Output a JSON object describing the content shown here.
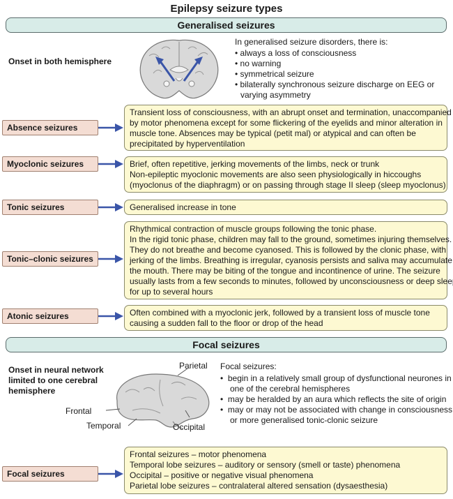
{
  "title": "Epilepsy seizure types",
  "generalised": {
    "header": "Generalised seizures",
    "onset": "Onset in both hemisphere",
    "intro": "In generalised seizure disorders, there is:",
    "bullets": [
      "always a loss of consciousness",
      "no warning",
      "symmetrical seizure",
      "bilaterally synchronous seizure discharge on EEG or",
      "varying asymmetry"
    ],
    "seizures": [
      {
        "label": "Absence seizures",
        "lines": [
          "Transient loss of consciousness, with an abrupt onset and termination, unaccompanied",
          "by motor phenomena except for some flickering of the eyelids and minor alteration in",
          "muscle tone.  Absences may be typical (petit mal) or atypical and can often be",
          "precipitated by hyperventilation"
        ]
      },
      {
        "label": "Myoclonic seizures",
        "lines": [
          "Brief, often repetitive, jerking movements of the limbs, neck or trunk",
          "Non-epileptic myoclonic movements are also seen physiologically in hiccoughs",
          "(myoclonus of the diaphragm) or on passing through stage II sleep (sleep myoclonus)"
        ]
      },
      {
        "label": "Tonic seizures",
        "lines": [
          "Generalised increase in tone"
        ]
      },
      {
        "label": "Tonic–clonic seizures",
        "lines": [
          "Rhythmical contraction of muscle groups following the tonic phase.",
          "In the rigid tonic phase, children may fall to the ground, sometimes injuring  themselves.",
          "They do not breathe and become cyanosed. This is followed by the clonic phase, with",
          "jerking of the limbs. Breathing is irregular, cyanosis persists and saliva may accumulate in",
          "the mouth. There may be biting of the tongue and incontinence of urine. The seizure",
          "usually lasts from a few seconds to minutes, followed by unconsciousness or deep sleep",
          "for up to  several hours"
        ]
      },
      {
        "label": "Atonic seizures",
        "lines": [
          "Often combined with a myoclonic jerk, followed by a transient loss of muscle tone",
          "causing a sudden fall to the floor or drop of the head"
        ]
      }
    ]
  },
  "focal": {
    "header": "Focal seizures",
    "onset": [
      "Onset in neural network",
      "limited to one cerebral",
      "hemisphere"
    ],
    "brain_labels": {
      "parietal": "Parietal",
      "frontal": "Frontal",
      "temporal": "Temporal",
      "occipital": "Occipital"
    },
    "intro": "Focal seizures:",
    "bullets": [
      [
        "begin in a relatively small group of dysfunctional neurones in",
        "one of the cerebral hemispheres"
      ],
      [
        "may be heralded by an aura which reflects the site of origin"
      ],
      [
        "may or may not be associated with change in consciousness",
        "or more generalised tonic-clonic seizure"
      ]
    ],
    "seizure": {
      "label": "Focal seizures",
      "lines": [
        "Frontal seizures – motor phenomena",
        "Temporal lobe seizures – auditory or sensory (smell or taste) phenomena",
        "Occipital – positive or negative visual phenomena",
        "Parietal lobe seizures – contralateral altered sensation (dysaesthesia)"
      ]
    }
  },
  "colors": {
    "section_fill": "#d8ece8",
    "label_fill": "#f4ddd3",
    "box_fill": "#fdf9d2",
    "arrow": "#3a55a8"
  }
}
